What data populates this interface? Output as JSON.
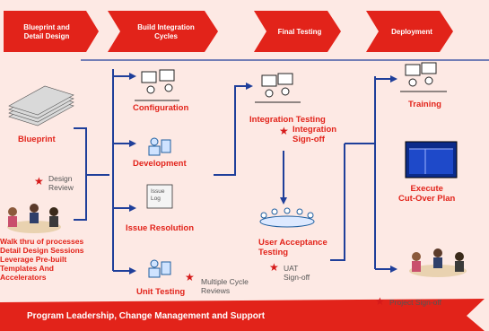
{
  "phases": [
    {
      "label": "Blueprint and\nDetail Design"
    },
    {
      "label": "Build Integration\nCycles"
    },
    {
      "label": "Final Testing"
    },
    {
      "label": "Deployment"
    }
  ],
  "nodes": {
    "blueprint": "Blueprint",
    "design_review": "Design\nReview",
    "walkthru": "Walk thru of processes\nDetail Design Sessions\nLeverage Pre-built\nTemplates And\nAccelerators",
    "configuration": "Configuration",
    "development": "Development",
    "issue_log": "Issue\nLog",
    "issue_resolution": "Issue Resolution",
    "unit_testing": "Unit Testing",
    "multiple_cycle": "Multiple Cycle\nReviews",
    "integration_testing": "Integration Testing",
    "integration_signoff": "Integration\nSign-off",
    "uat": "User Acceptance\nTesting",
    "uat_signoff": "UAT\nSign-off",
    "training": "Training",
    "execute": "Execute\nCut-Over Plan",
    "project_signoff": "Project  Sign-off"
  },
  "banner": "Program Leadership, Change Management and Support",
  "colors": {
    "accent": "#e2231a",
    "connector": "#1f3f9a",
    "background": "#fde9e4"
  }
}
